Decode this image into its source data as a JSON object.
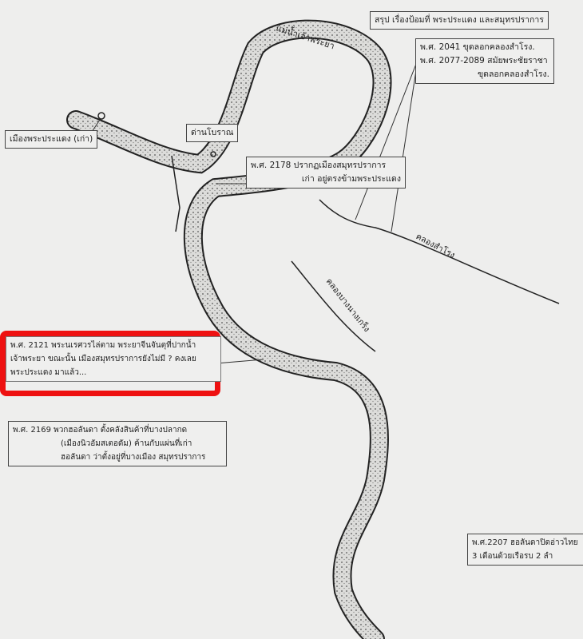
{
  "title": "สรุป เรื่องป้อมที่ พระประแดง และสมุทรปราการ",
  "river_label": "แม่น้ำเจ้าพระยา",
  "canals": [
    "คลองสำโรง",
    "คลองบางนางเกร็ง"
  ],
  "places": {
    "old_phra_pradaeng": "เมืองพระประแดง (เก่า)",
    "ancient_checkpoint": "ด่านโบราณ"
  },
  "notes": {
    "n2041": [
      "พ.ศ. 2041 ขุดลอกคลองสำโรง.",
      "พ.ศ. 2077-2089 สมัยพระชัยราชา",
      "ขุดลอกคลองสำโรง."
    ],
    "n2178": [
      "พ.ศ. 2178 ปรากฏเมืองสมุทรปราการ",
      "เก่า อยู่ตรงข้ามพระประแดง"
    ],
    "n2121": [
      "พ.ศ. 2121 พระนเรศวรไล่ตาม พระยาจีนจันตุที่ปากน้ำ",
      "เจ้าพระยา ขณะนั้น เมืองสมุทรปราการยังไม่มี ? คงเลย",
      "พระประแดง มาแล้ว..."
    ],
    "n2169": [
      "พ.ศ. 2169 พวกฮอลันดา   ตั้งคลังสินค้าที่บางปลากด",
      "(เมืองนิวอัมสเตอดัม)  ค้านกับแผ่นที่เก่า",
      "ฮอลันดา ว่าตั้งอยู่ที่บางเมือง สมุทรปราการ"
    ],
    "n2207": [
      "พ.ศ.2207 ฮอลันดาปิดอ่าวไทย",
      "3 เดือนด้วยเรือรบ 2 ลำ"
    ]
  },
  "colors": {
    "highlight": "#ee1111",
    "ink": "#222222",
    "paper": "#eeeeed"
  }
}
